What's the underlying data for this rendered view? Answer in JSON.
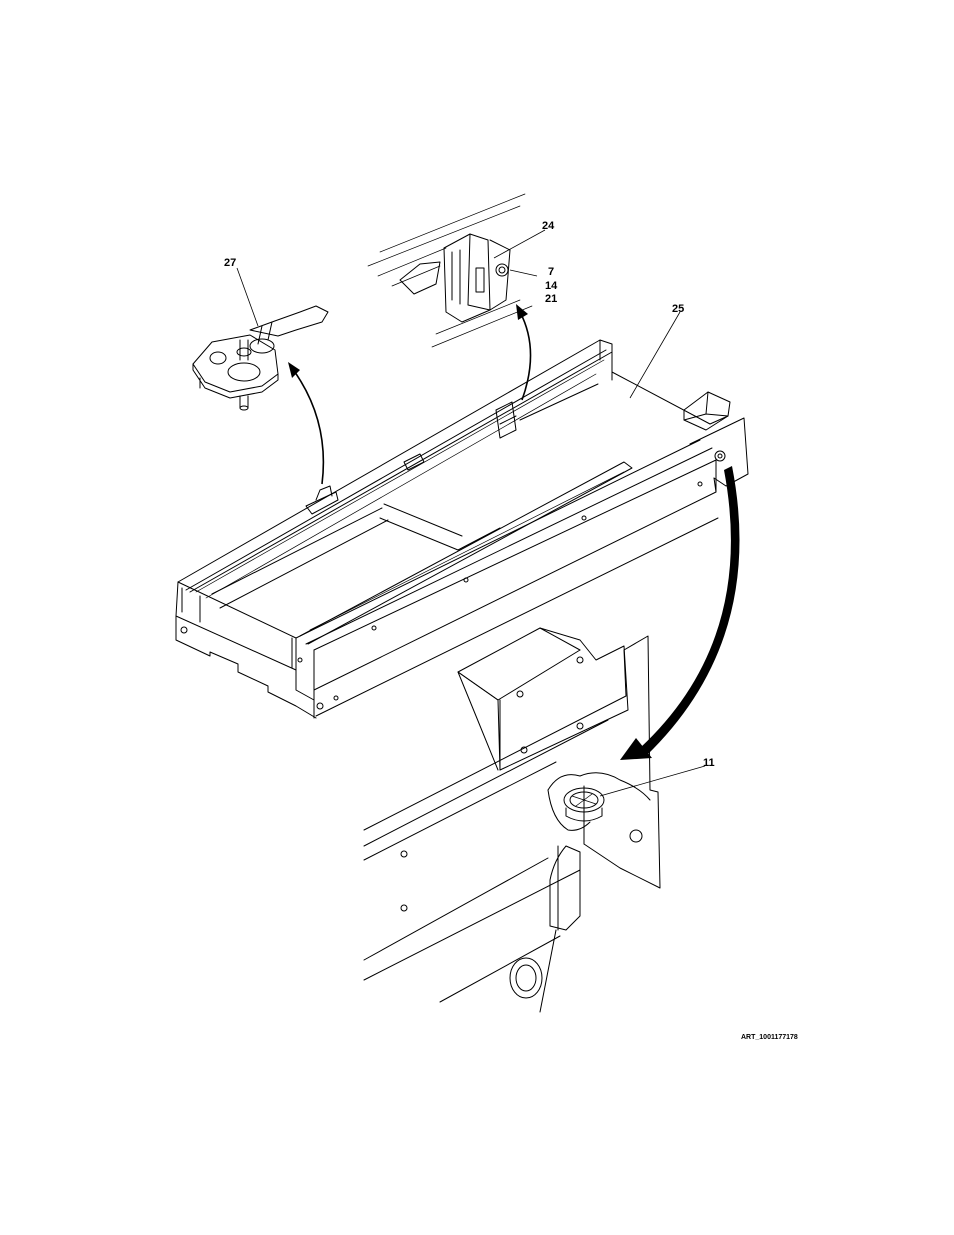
{
  "callouts": {
    "c24": "24",
    "c27": "27",
    "c7": "7",
    "c14": "14",
    "c21": "21",
    "c25": "25",
    "c11": "11"
  },
  "art_id": "ART_1001177178"
}
